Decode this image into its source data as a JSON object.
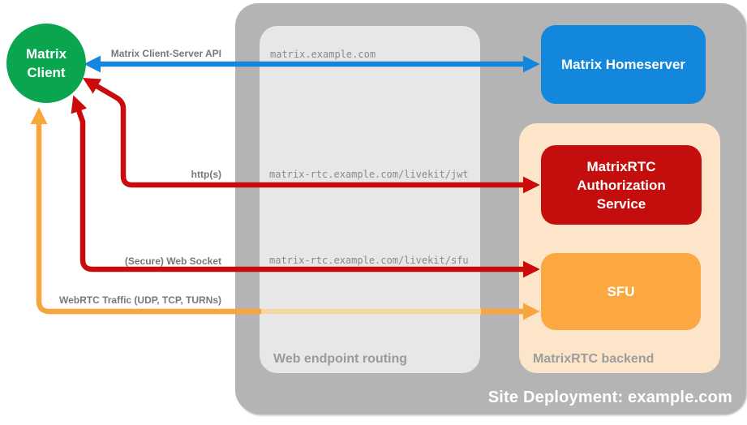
{
  "diagram": {
    "client": {
      "lines": [
        "Matrix",
        "Client"
      ]
    },
    "homeserver": {
      "label": "Matrix Homeserver"
    },
    "auth_service": {
      "lines": [
        "MatrixRTC",
        "Authorization",
        "Service"
      ]
    },
    "sfu": {
      "label": "SFU"
    },
    "containers": {
      "site_deployment": "Site Deployment: example.com",
      "web_endpoint_routing": "Web endpoint routing",
      "matrixrtc_backend": "MatrixRTC backend"
    },
    "endpoints": {
      "homeserver": "matrix.example.com",
      "jwt": "matrix-rtc.example.com/livekit/jwt",
      "sfu": "matrix-rtc.example.com/livekit/sfu"
    },
    "connections": {
      "client_server_api": "Matrix Client-Server API",
      "https": "http(s)",
      "websocket": "(Secure) Web Socket",
      "webrtc": "WebRTC Traffic (UDP, TCP, TURNs)"
    },
    "colors": {
      "client_green": "#0aa64f",
      "homeserver_blue": "#1287dc",
      "auth_red_box": "#c40d0d",
      "red_line": "#cb0b0b",
      "sfu_orange_box": "#fba843",
      "orange_line": "#f6a63d",
      "orange_line_pale": "#f6d6a3",
      "blue_line": "#1486de",
      "outer_gray": "#b4b4b4",
      "inner_gray": "#e7e7e7",
      "backend_peach": "#fce5c9"
    }
  }
}
